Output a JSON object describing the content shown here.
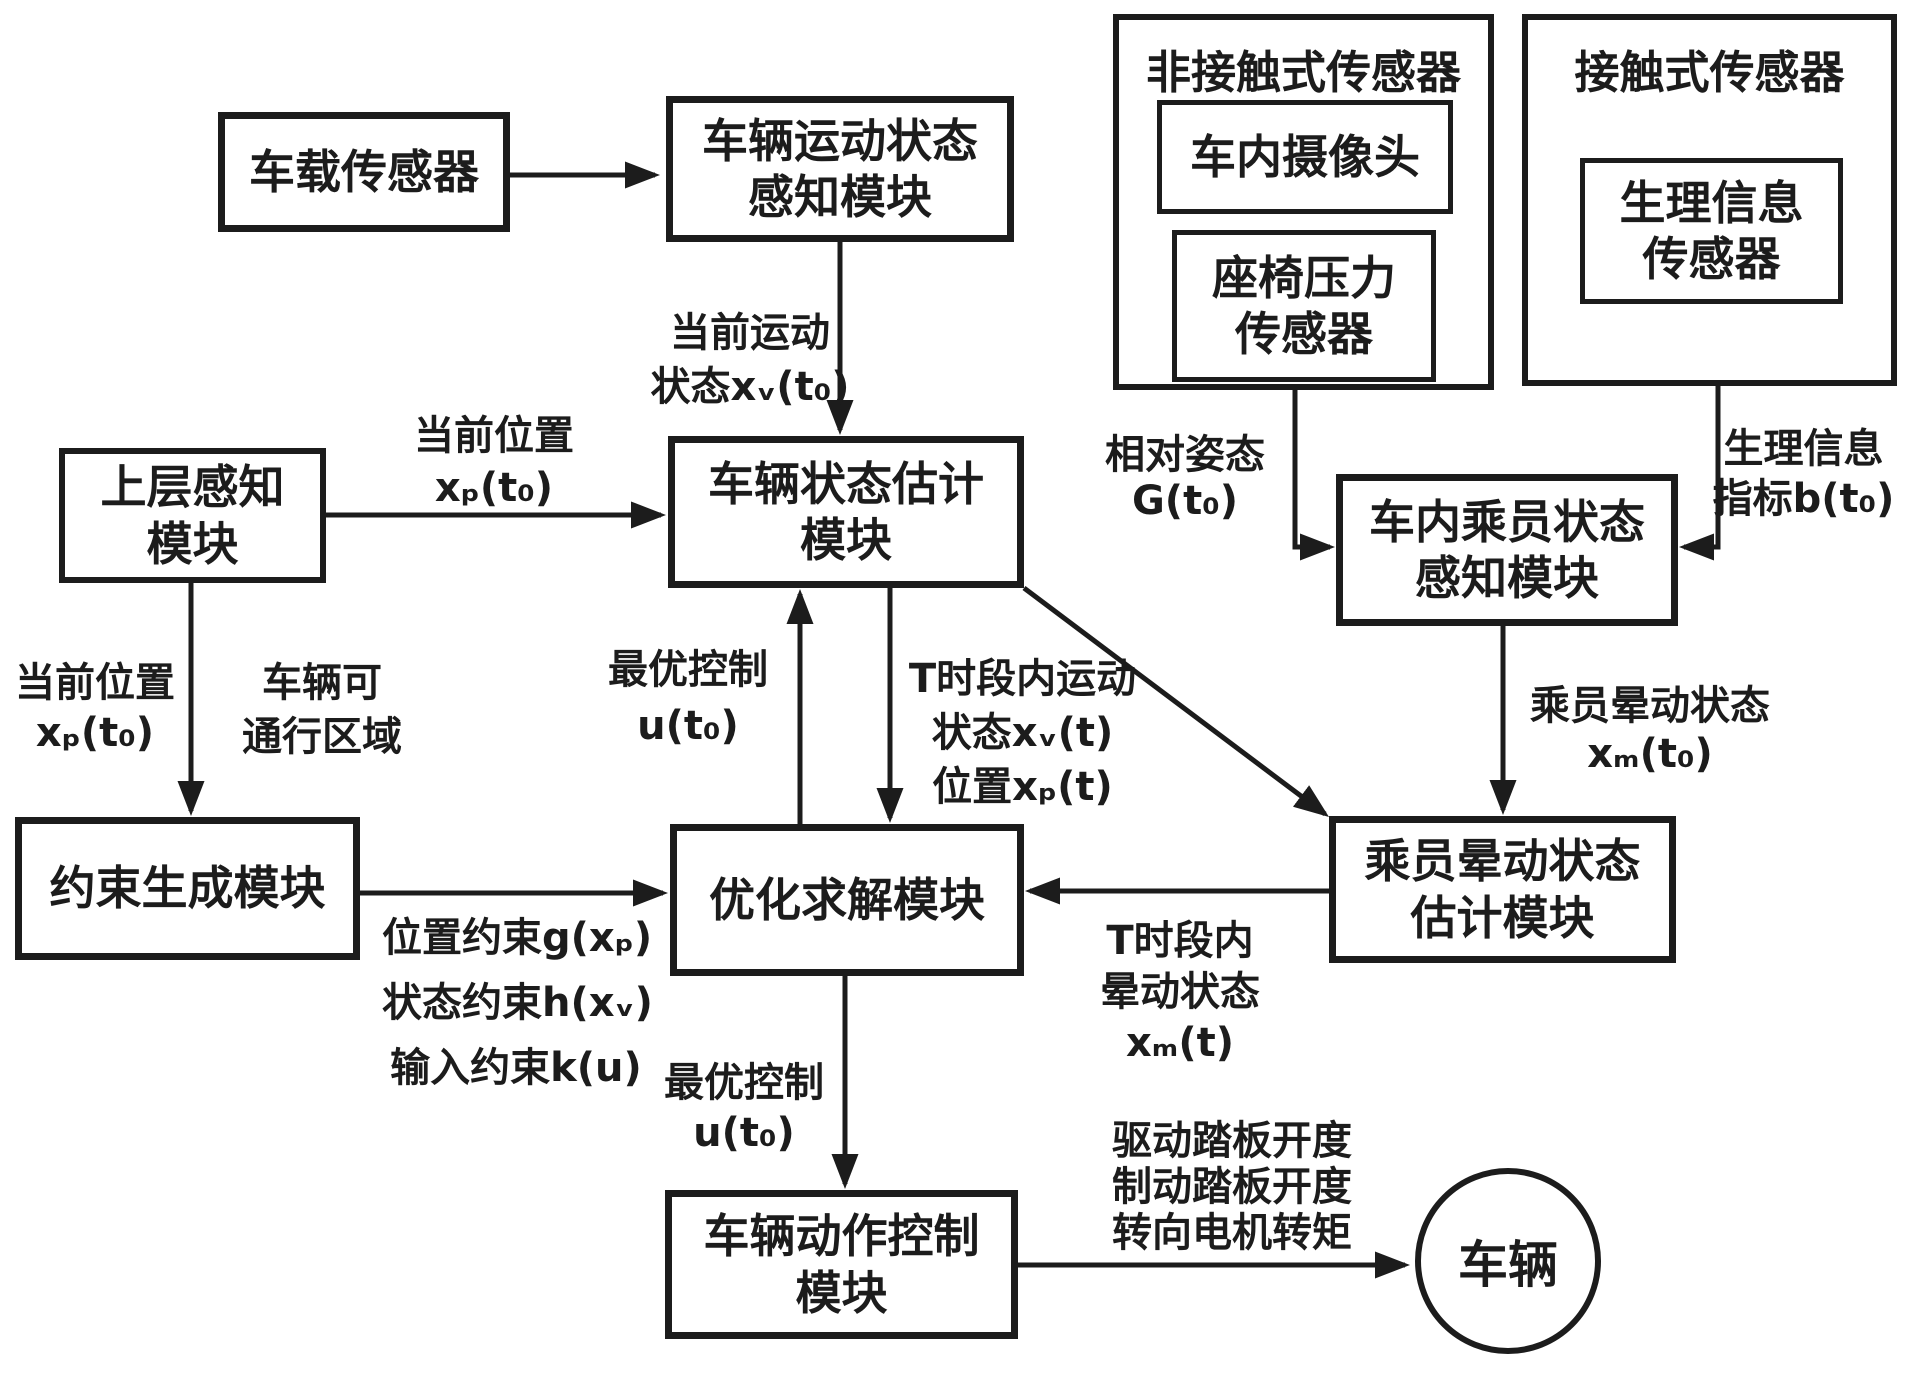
{
  "diagram_type": "flowchart",
  "colors": {
    "ink": "#1c1c1c",
    "background": "#ffffff"
  },
  "nodes": {
    "onboard_sensor": {
      "lines": [
        "车载传感器"
      ]
    },
    "motion_perception": {
      "lines": [
        "车辆运动状态",
        "感知模块"
      ]
    },
    "noncontact_group": {
      "title": "非接触式传感器"
    },
    "cabin_camera": {
      "lines": [
        "车内摄像头"
      ]
    },
    "seat_pressure": {
      "lines": [
        "座椅压力",
        "传感器"
      ]
    },
    "contact_group": {
      "title": "接触式传感器"
    },
    "physio_sensor": {
      "lines": [
        "生理信息",
        "传感器"
      ]
    },
    "upper_perception": {
      "lines": [
        "上层感知",
        "模块"
      ]
    },
    "state_estimation": {
      "lines": [
        "车辆状态估计",
        "模块"
      ]
    },
    "occupant_perception": {
      "lines": [
        "车内乘员状态",
        "感知模块"
      ]
    },
    "constraint_generation": {
      "lines": [
        "约束生成模块"
      ]
    },
    "optimization_solver": {
      "lines": [
        "优化求解模块"
      ]
    },
    "sickness_estimation": {
      "lines": [
        "乘员晕动状态",
        "估计模块"
      ]
    },
    "action_control": {
      "lines": [
        "车辆动作控制",
        "模块"
      ]
    },
    "vehicle": {
      "lines": [
        "车辆"
      ]
    }
  },
  "edge_labels": {
    "current_motion": {
      "lines": [
        "当前运动",
        "状态xᵥ(t₀)"
      ]
    },
    "current_position_top": {
      "lines": [
        "当前位置",
        "xₚ(t₀)"
      ]
    },
    "current_position_left": {
      "lines": [
        "当前位置",
        "xₚ(t₀)"
      ]
    },
    "passable_area": {
      "lines": [
        "车辆可",
        "通行区域"
      ]
    },
    "relative_posture": {
      "lines": [
        "相对姿态",
        "G(t₀)"
      ]
    },
    "physio_index": {
      "lines": [
        "生理信息",
        "指标b(t₀)"
      ]
    },
    "optimal_control_upper": {
      "lines": [
        "最优控制",
        "u(t₀)"
      ]
    },
    "motion_in_T": {
      "lines": [
        "T时段内运动",
        "状态xᵥ(t)",
        "位置xₚ(t)"
      ]
    },
    "sickness_state": {
      "lines": [
        "乘员晕动状态",
        "xₘ(t₀)"
      ]
    },
    "constraints": {
      "lines": [
        "位置约束g(xₚ)",
        "状态约束h(xᵥ)",
        "输入约束k(u)"
      ]
    },
    "sickness_in_T": {
      "lines": [
        "T时段内",
        "晕动状态",
        "xₘ(t)"
      ]
    },
    "optimal_control_lower": {
      "lines": [
        "最优控制",
        "u(t₀)"
      ]
    },
    "actuator_outputs": {
      "lines": [
        "驱动踏板开度",
        "制动踏板开度",
        "转向电机转矩"
      ]
    }
  }
}
